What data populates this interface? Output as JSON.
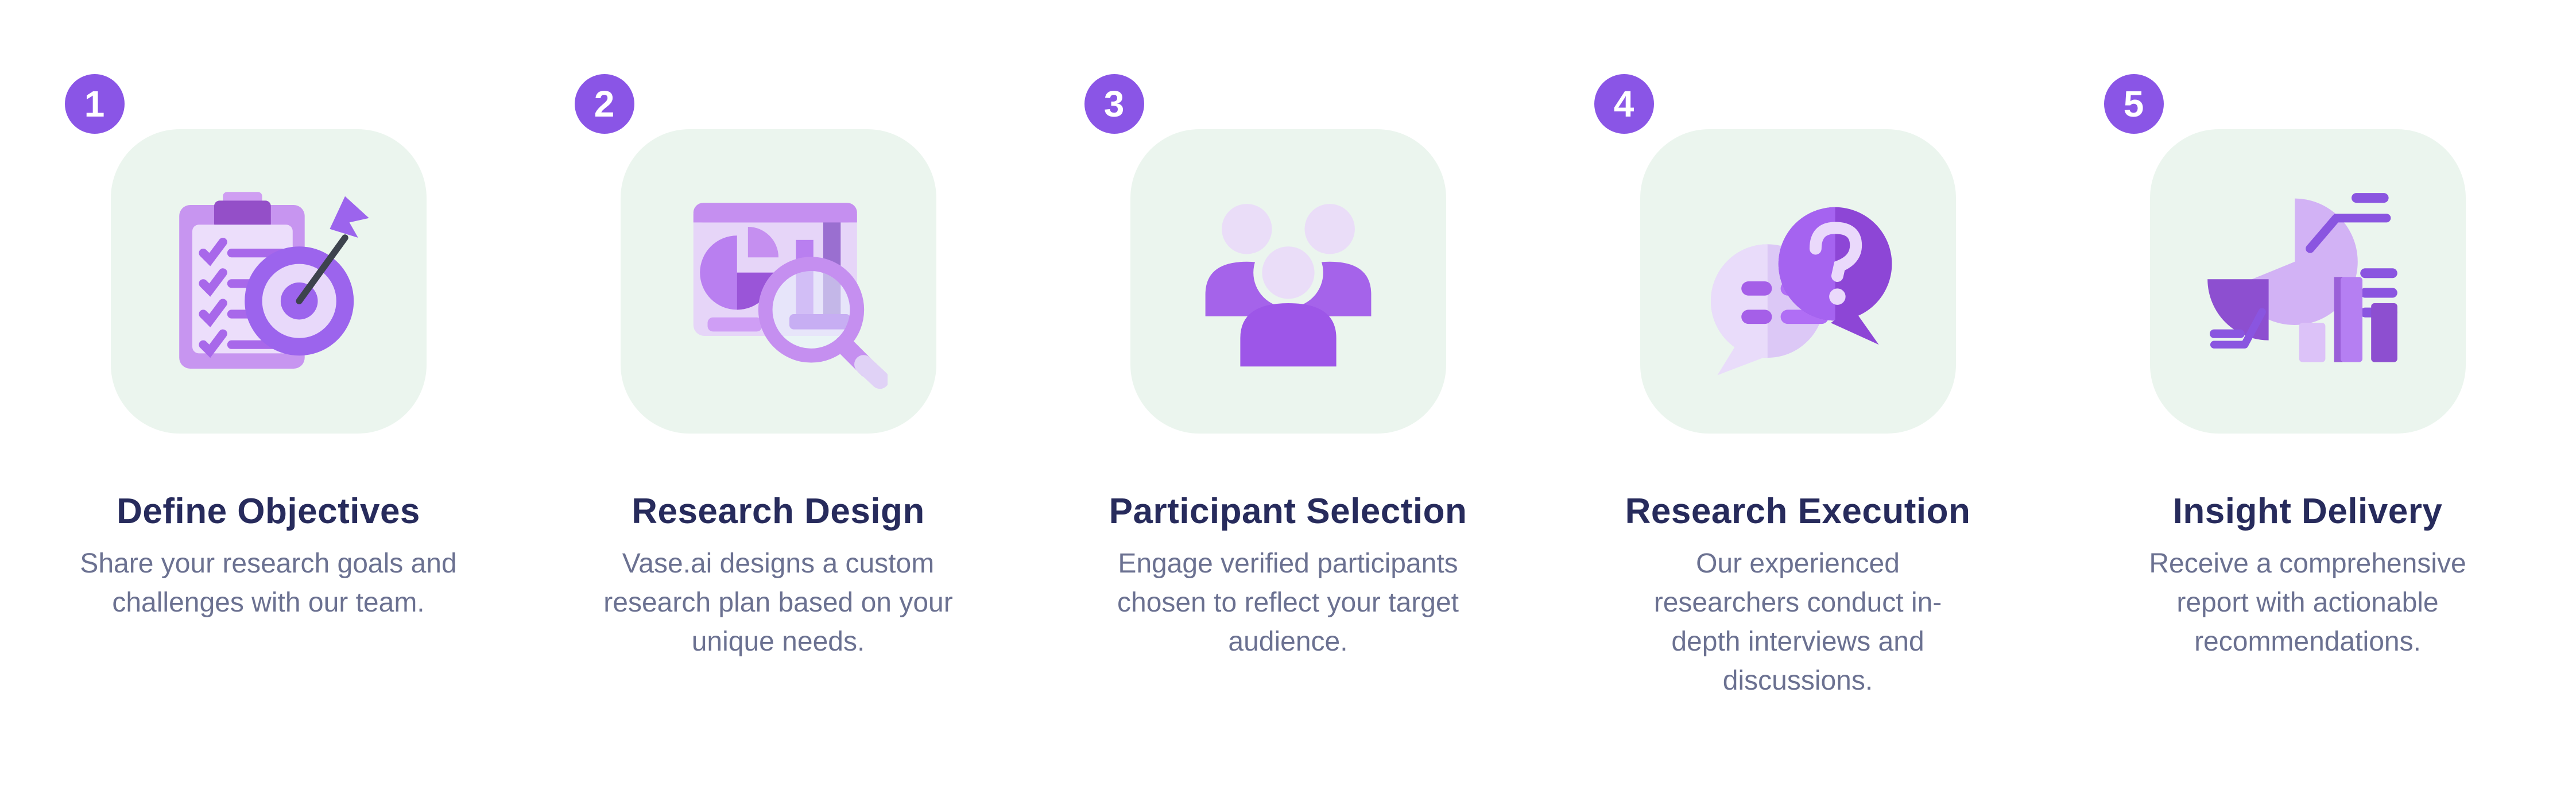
{
  "page": {
    "title": "Research Process Steps",
    "background": "#ffffff"
  },
  "colors": {
    "badge_purple": "#8a55e6",
    "tile_green": "#ebf5ee",
    "title_navy": "#272b5c",
    "description_gray": "#6b7191",
    "icon_purple_mid": "#a563ea",
    "icon_purple_dark": "#8d46d6",
    "icon_lavender_light": "#eaddf8"
  },
  "steps": [
    {
      "number": "1",
      "title": "Define Objectives",
      "description": "Share your research goals and challenges with our team.",
      "icon": "clipboard-checklist-target-icon"
    },
    {
      "number": "2",
      "title": "Research Design",
      "description": "Vase.ai designs a custom research plan based on your unique needs.",
      "icon": "presentation-chart-magnifier-icon"
    },
    {
      "number": "3",
      "title": "Participant Selection",
      "description": "Engage verified participants chosen to reflect your target audience.",
      "icon": "participants-group-icon"
    },
    {
      "number": "4",
      "title": "Research Execution",
      "description": "Our experienced researchers conduct in-depth interviews and discussions.",
      "icon": "chat-bubbles-question-icon"
    },
    {
      "number": "5",
      "title": "Insight Delivery",
      "description": "Receive a comprehensive report with actionable recommendations.",
      "icon": "charts-report-icon"
    }
  ]
}
